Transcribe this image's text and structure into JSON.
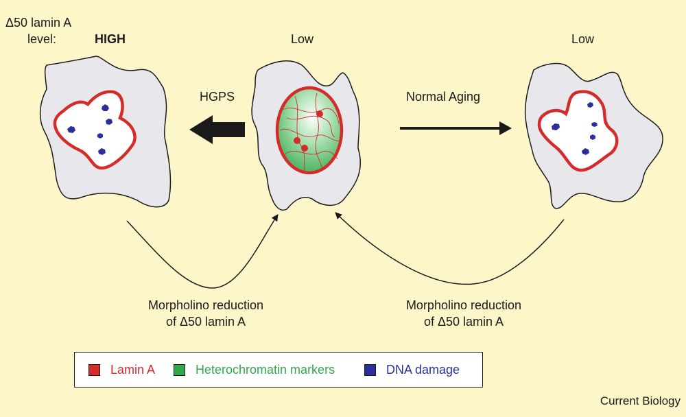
{
  "level_label_line1": "Δ50 lamin A",
  "level_label_line2": "level:",
  "levels": {
    "left": "HIGH",
    "center": "Low",
    "right": "Low"
  },
  "arrows": {
    "hgps": "HGPS",
    "normal_aging": "Normal Aging"
  },
  "morpholino_left": {
    "line1": "Morpholino reduction",
    "line2": "of Δ50 lamin A"
  },
  "morpholino_right": {
    "line1": "Morpholino reduction",
    "line2": "of Δ50 lamin A"
  },
  "legend": {
    "lamin": {
      "label": "Lamin A",
      "color": "#d42b2b"
    },
    "heterochromatin": {
      "label": "Heterochromatin markers",
      "color": "#2fa84a"
    },
    "dna": {
      "label": "DNA damage",
      "color": "#2b2f9a"
    }
  },
  "credit": "Current Biology",
  "colors": {
    "background": "#fdf6c8",
    "cell": "#e8e8ec",
    "nucleus_outline": "#d42b2b",
    "nucleus_fill": "#6cc777"
  }
}
